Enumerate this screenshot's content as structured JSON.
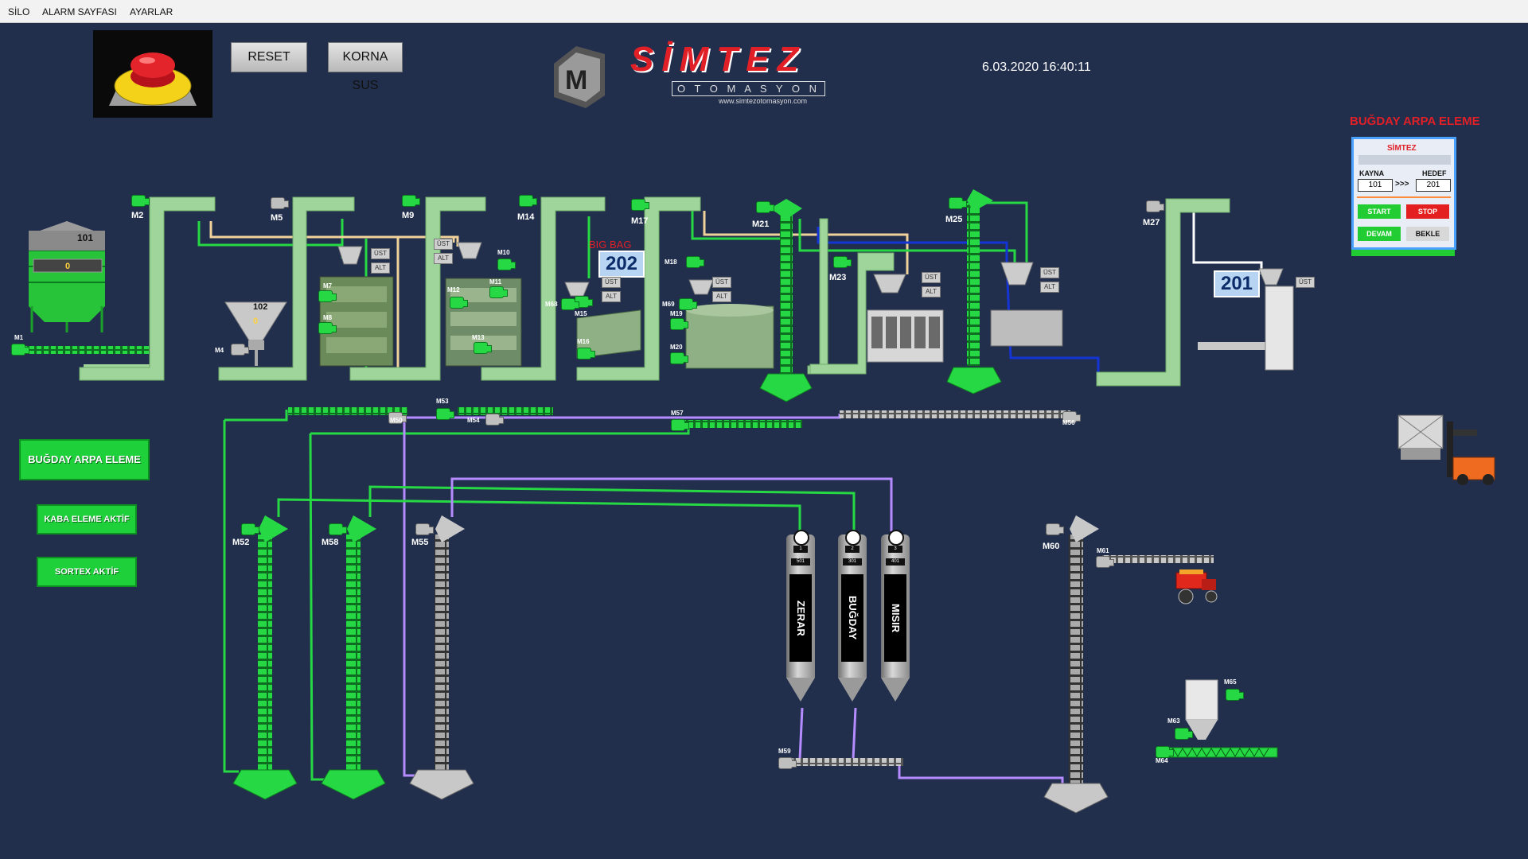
{
  "menu": {
    "items": [
      "SİLO",
      "ALARM SAYFASI",
      "AYARLAR"
    ]
  },
  "header": {
    "reset_label": "RESET",
    "korna_label": "KORNA SUS",
    "brand_name": "SİMTEZ",
    "brand_sub": "O T O M A S Y O N",
    "brand_url": "www.simtezotomasyon.com",
    "datetime": "6.03.2020 16:40:11"
  },
  "panel": {
    "title": "BUĞDAY ARPA ELEME",
    "logo": "SİMTEZ",
    "source_label": "KAYNA",
    "target_label": "HEDEF",
    "source_value": "101",
    "arrow": ">>>",
    "target_value": "201",
    "start": "START",
    "stop": "STOP",
    "devam": "DEVAM",
    "bekle": "BEKLE"
  },
  "side_buttons": {
    "bugday": "BUĞDAY ARPA ELEME",
    "kaba": "KABA ELEME AKTİF",
    "sortex": "SORTEX AKTİF"
  },
  "silos": {
    "s101": "101",
    "s101_value": "0",
    "s102": "102",
    "s102_value": "0",
    "bigbag_label": "BIG BAG",
    "box202": "202",
    "box201": "201"
  },
  "motors": {
    "M1": "M1",
    "M2": "M2",
    "M4": "M4",
    "M5": "M5",
    "M7": "M7",
    "M8": "M8",
    "M9": "M9",
    "M10": "M10",
    "M11": "M11",
    "M12": "M12",
    "M13": "M13",
    "M14": "M14",
    "M15": "M15",
    "M16": "M16",
    "M17": "M17",
    "M18": "M18",
    "M19": "M19",
    "M20": "M20",
    "M21": "M21",
    "M23": "M23",
    "M25": "M25",
    "M27": "M27",
    "M50": "M50",
    "M53": "M53",
    "M54": "M54",
    "M56": "M56",
    "M57": "M57",
    "M52": "M52",
    "M58": "M58",
    "M55": "M55",
    "M59": "M59",
    "M60": "M60",
    "M61": "M61",
    "M63": "M63",
    "M64": "M64",
    "M65": "M65",
    "M68": "M68",
    "M69": "M69"
  },
  "tags": {
    "ust": "ÜST",
    "alt": "ALT"
  },
  "bins": [
    {
      "num": "1",
      "val": "501",
      "name": "ZERAR"
    },
    {
      "num": "2",
      "val": "301",
      "name": "BUĞDAY"
    },
    {
      "num": "3",
      "val": "401",
      "name": "MISIR"
    }
  ],
  "colors": {
    "background": "#212f4d",
    "active": "#26d844",
    "inactive": "#bfbfbf",
    "elevator": "#9fd49a",
    "line_purple": "#b58cff",
    "line_yellow": "#f0d29a",
    "line_blue": "#1434d6"
  }
}
